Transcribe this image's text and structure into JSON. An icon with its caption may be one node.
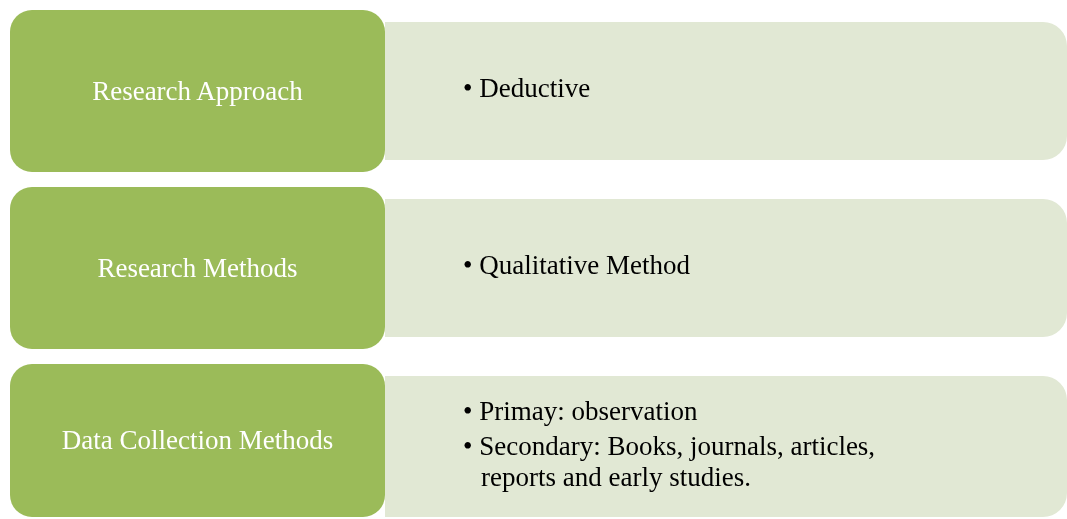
{
  "diagram": {
    "nodes": [
      {
        "text": [
          "Research Approach"
        ]
      },
      {
        "text": [
          "• Deductive"
        ]
      },
      {
        "text": [
          "Research Methods"
        ]
      },
      {
        "text": [
          "• Qualitative Method"
        ]
      },
      {
        "text": [
          "Data Collection Methods"
        ]
      },
      {
        "text": [
          "• Primay: observation",
          "• Secondary: Books, journals, articles, reports and early studies."
        ]
      }
    ]
  }
}
